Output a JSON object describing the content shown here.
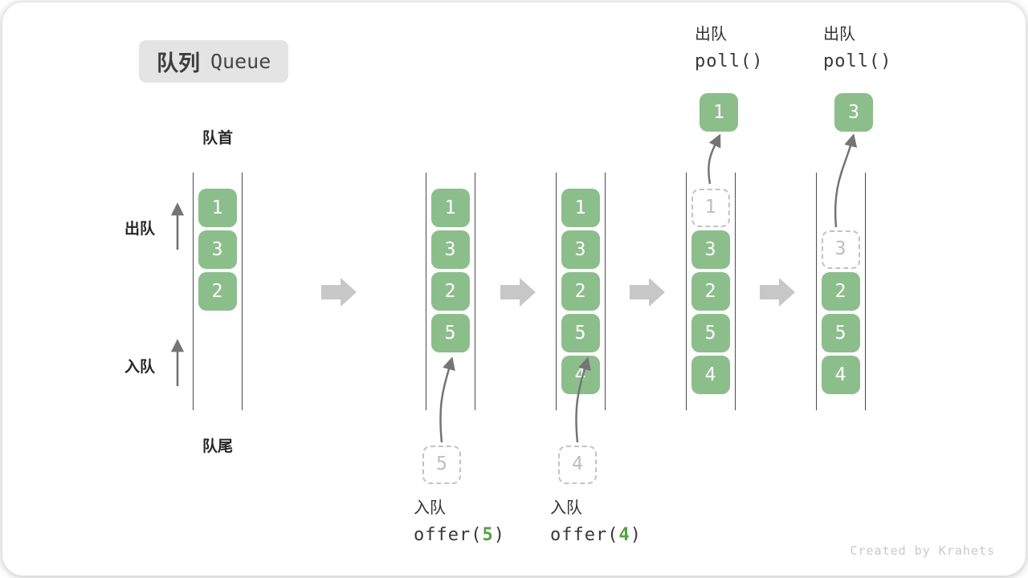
{
  "title": {
    "zh": "队列",
    "en": "Queue"
  },
  "labels": {
    "front": "队首",
    "rear": "队尾",
    "dequeue": "出队",
    "enqueue": "入队"
  },
  "queues": [
    {
      "name": "state-initial",
      "slots": [
        {
          "value": "1",
          "type": "solid"
        },
        {
          "value": "3",
          "type": "solid"
        },
        {
          "value": "2",
          "type": "solid"
        }
      ]
    },
    {
      "name": "state-after-offer-5",
      "slots": [
        {
          "value": "1",
          "type": "solid"
        },
        {
          "value": "3",
          "type": "solid"
        },
        {
          "value": "2",
          "type": "solid"
        },
        {
          "value": "5",
          "type": "solid"
        }
      ]
    },
    {
      "name": "state-after-offer-4",
      "slots": [
        {
          "value": "1",
          "type": "solid"
        },
        {
          "value": "3",
          "type": "solid"
        },
        {
          "value": "2",
          "type": "solid"
        },
        {
          "value": "5",
          "type": "solid"
        },
        {
          "value": "4",
          "type": "solid"
        }
      ]
    },
    {
      "name": "state-after-poll-1",
      "slots": [
        {
          "value": "1",
          "type": "dashed"
        },
        {
          "value": "3",
          "type": "solid"
        },
        {
          "value": "2",
          "type": "solid"
        },
        {
          "value": "5",
          "type": "solid"
        },
        {
          "value": "4",
          "type": "solid"
        }
      ]
    },
    {
      "name": "state-after-poll-3",
      "slots": [
        {
          "value": "",
          "type": "empty"
        },
        {
          "value": "3",
          "type": "dashed"
        },
        {
          "value": "2",
          "type": "solid"
        },
        {
          "value": "5",
          "type": "solid"
        },
        {
          "value": "4",
          "type": "solid"
        }
      ]
    }
  ],
  "enqueue_ops": [
    {
      "label": "入队",
      "code_prefix": "offer(",
      "arg": "5",
      "code_suffix": ")",
      "value": "5"
    },
    {
      "label": "入队",
      "code_prefix": "offer(",
      "arg": "4",
      "code_suffix": ")",
      "value": "4"
    }
  ],
  "dequeue_ops": [
    {
      "label": "出队",
      "code": "poll()",
      "value": "1"
    },
    {
      "label": "出队",
      "code": "poll()",
      "value": "3"
    }
  ],
  "watermark": "Created by Krahets",
  "colors": {
    "box_green": "#8cbe8c",
    "box_text": "#ffffff",
    "code_green": "#55a047",
    "block_arrow": "#c7c7c7",
    "arrow_line": "#757575",
    "queue_line": "#4a4a4a",
    "dashed_border": "#c3c3c3",
    "dashed_text": "#bdbdbd",
    "badge_bg": "#e4e4e4",
    "watermark": "#c9c9c9"
  }
}
